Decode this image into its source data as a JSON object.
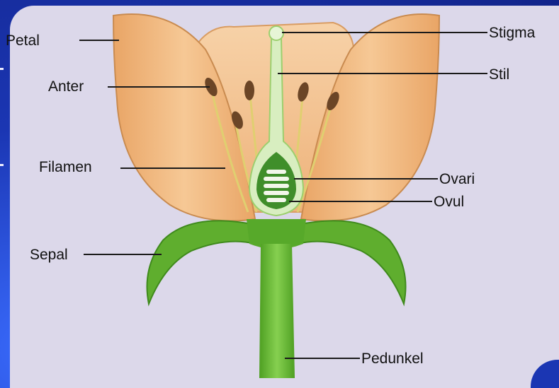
{
  "diagram": {
    "labels": {
      "petal": "Petal",
      "anter": "Anter",
      "filamen": "Filamen",
      "sepal": "Sepal",
      "stigma": "Stigma",
      "stil": "Stil",
      "ovari": "Ovari",
      "ovul": "Ovul",
      "pedunkel": "Pedunkel"
    },
    "colors": {
      "background": "#dcd8ea",
      "frame": "#1b36b3",
      "petal": "#f0b67d",
      "sepal": "#5fae2e",
      "stem": "#6cc13a",
      "pistil": "#d8eec0",
      "anther": "#6b4526",
      "filament": "#e3d27a"
    }
  }
}
